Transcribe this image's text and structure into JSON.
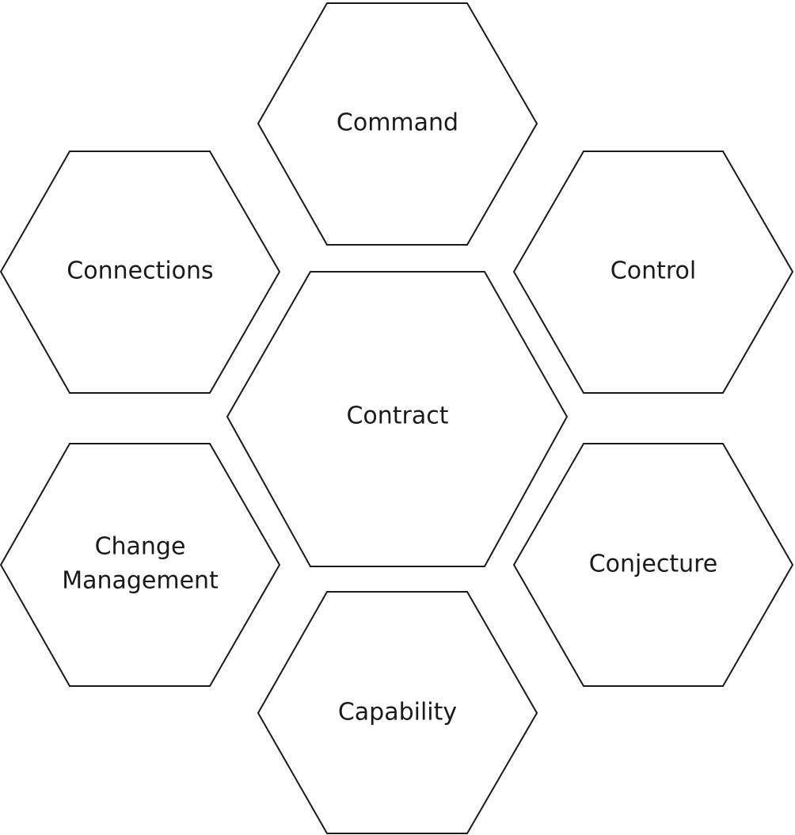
{
  "diagram": {
    "nodes": {
      "command": {
        "label": "Command"
      },
      "connections": {
        "label": "Connections"
      },
      "control": {
        "label": "Control"
      },
      "contract": {
        "label": "Contract"
      },
      "change_management": {
        "label_line1": "Change",
        "label_line2": "Management"
      },
      "conjecture": {
        "label": "Conjecture"
      },
      "capability": {
        "label": "Capability"
      }
    },
    "colors": {
      "stroke": "#1a1a1a",
      "fill": "#ffffff",
      "text": "#1a1a1a"
    }
  }
}
